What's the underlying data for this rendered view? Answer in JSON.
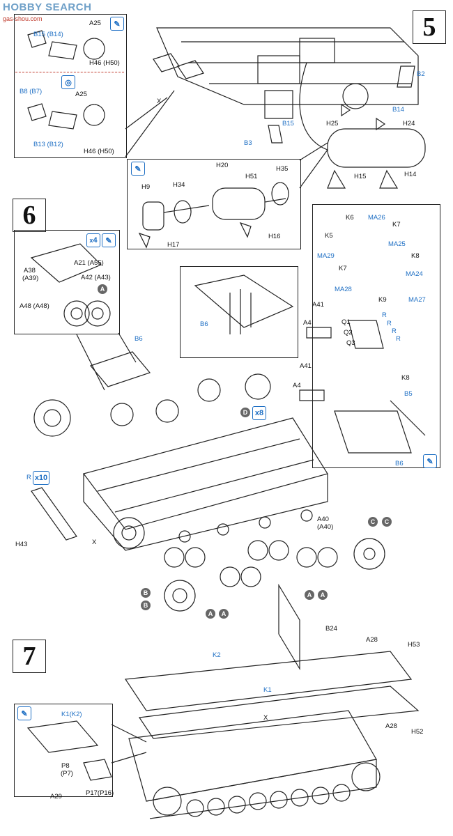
{
  "watermark": {
    "brand": "HOBBY SEARCH",
    "site": "gas-shou.com"
  },
  "steps": {
    "s5": "5",
    "s6": "6",
    "s7": "7"
  },
  "step5": {
    "inset_top": {
      "upper_part_id": "B15 (B14)",
      "upper_a": "A25",
      "upper_h": "H46 (H50)",
      "lower_part_id": "B8 (B7)",
      "lower_a": "A25",
      "lower_b": "B13 (B12)",
      "lower_h": "H46 (H50)"
    },
    "main_labels": {
      "x": "X",
      "b2": "B2",
      "b14": "B14",
      "b15": "B15",
      "b3": "B3",
      "h25": "H25",
      "h24": "H24",
      "h15": "H15",
      "h14": "H14"
    },
    "muffler_inset": {
      "h20": "H20",
      "h35": "H35",
      "h9": "H9",
      "h34": "H34",
      "h51": "H51",
      "h17": "H17",
      "h16": "H16"
    }
  },
  "step6": {
    "inset_bogie": {
      "count": "4",
      "a38": "A38",
      "a39": "(A39)",
      "a21": "A21 (A55)",
      "a42": "A42 (A43)",
      "a48": "A48 (A48)",
      "wheel_a": "A"
    },
    "right_inset": {
      "k6": "K6",
      "ma26": "MA26",
      "k5": "K5",
      "k7a": "K7",
      "ma25": "MA25",
      "ma29": "MA29",
      "k7b": "K7",
      "k8a": "K8",
      "ma24": "MA24",
      "ma28": "MA28",
      "k9": "K9",
      "ma27": "MA27",
      "a41a": "A41",
      "a4a": "A4",
      "q1": "Q1",
      "q2": "Q2",
      "q3": "Q3",
      "r1": "R",
      "r2": "R",
      "r3": "R",
      "r4": "R",
      "k8b": "K8",
      "a41b": "A41",
      "a4b": "A4",
      "b5": "B5",
      "b6": "B6"
    },
    "small_inset": {
      "b6": "B6"
    },
    "main_labels": {
      "b6": "B6",
      "d": "D",
      "x8": "x8",
      "r": "R",
      "x10": "x10",
      "h43": "H43",
      "x": "X",
      "a40": "A40",
      "a40b": "(A40)",
      "c": "C",
      "cp": "C",
      "b": "B",
      "bp": "B",
      "a1": "A",
      "a1p": "A",
      "a2": "A",
      "a2p": "A"
    }
  },
  "step7": {
    "inset": {
      "k1k2": "K1(K2)",
      "p8": "P8",
      "p7": "(P7)",
      "a29": "A29",
      "p17": "P17(P16)"
    },
    "main_labels": {
      "b24": "B24",
      "a28a": "A28",
      "h53": "H53",
      "k2": "K2",
      "k1": "K1",
      "x": "X",
      "a28b": "A28",
      "h52": "H52"
    }
  }
}
